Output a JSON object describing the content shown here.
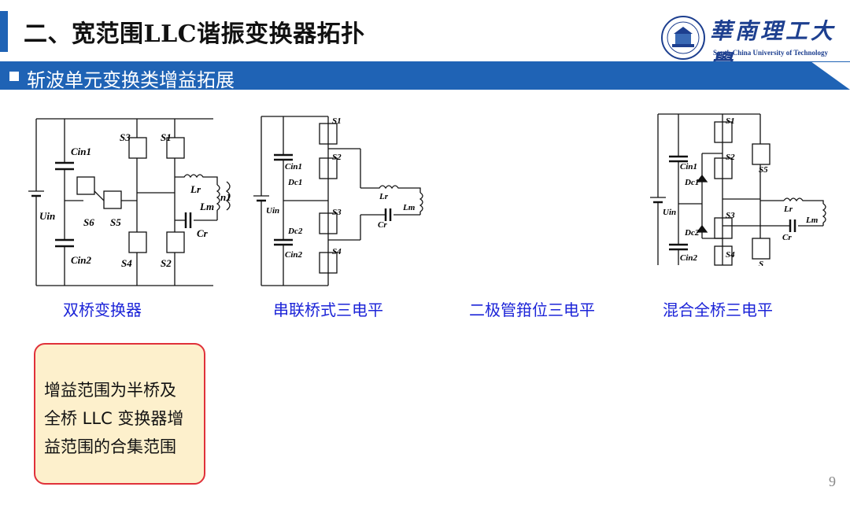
{
  "header": {
    "title": "二、宽范围LLC谐振变换器拓扑",
    "logo_cn": "華南理工大學",
    "logo_en": "South China University of Technology"
  },
  "banner": {
    "text": "斩波单元变换类增益拓展",
    "color": "#1f63b5"
  },
  "circuits": {
    "c1": {
      "caption": "双桥变换器",
      "labels": {
        "cin1": "Cin1",
        "cin2": "Cin2",
        "uin": "Uin",
        "s1": "S1",
        "s2": "S2",
        "s3": "S3",
        "s4": "S4",
        "s5": "S5",
        "s6": "S6",
        "lr": "Lr",
        "lm": "Lm",
        "n1": "n1",
        "cr": "Cr"
      }
    },
    "c2": {
      "caption": "串联桥式三电平",
      "labels": {
        "cin1": "Cin1",
        "cin2": "Cin2",
        "uin": "Uin",
        "s1": "S1",
        "s2": "S2",
        "s3": "S3",
        "s4": "S4",
        "dc1": "Dc1",
        "dc2": "Dc2",
        "lr": "Lr",
        "lm": "Lm",
        "cr": "Cr"
      }
    },
    "c3": {
      "caption": "二极管箝位三电平"
    },
    "c4": {
      "caption": "混合全桥三电平",
      "labels": {
        "cin1": "Cin1",
        "cin2": "Cin2",
        "uin": "Uin",
        "s1": "S1",
        "s2": "S2",
        "s3": "S3",
        "s4": "S4",
        "s5": "S5",
        "s6": "S",
        "dc1": "Dc1",
        "dc2": "Dc2",
        "lr": "Lr",
        "lm": "Lm",
        "cr": "Cr"
      }
    }
  },
  "note": {
    "lines": [
      "增益范围为半桥及",
      "全桥 LLC 变换器增",
      "益范围的合集范围"
    ],
    "border_color": "#e0313a",
    "fill_color": "#fdf0cc"
  },
  "page_number": "9"
}
